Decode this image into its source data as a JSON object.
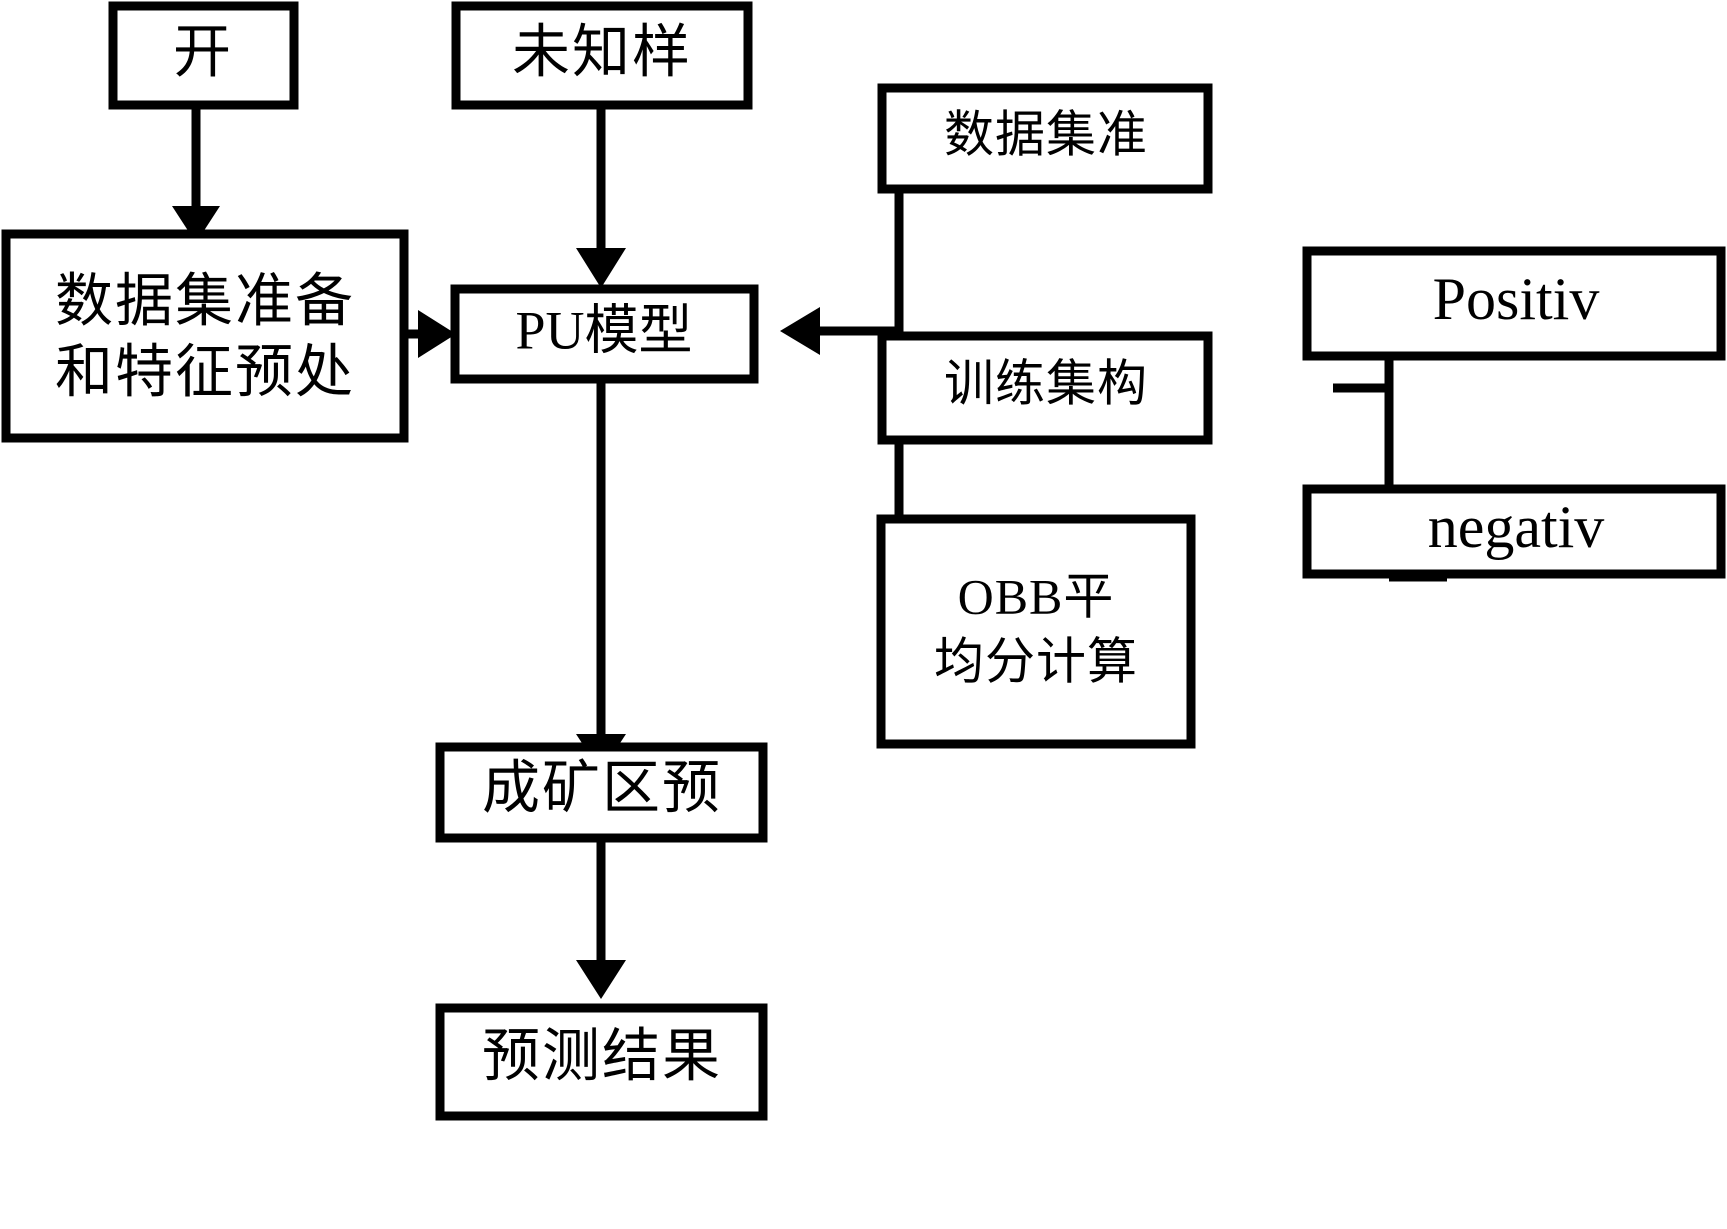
{
  "diagram": {
    "title": "PU model mineral prospectivity prediction flowchart",
    "background_color": "#ffffff",
    "line_color": "#000000",
    "box_fill": "#ffffff",
    "nodes": {
      "start": {
        "label": "开"
      },
      "unknown_samples": {
        "label": "未知样"
      },
      "data_prep": {
        "line1": "数据集准备",
        "line2": "和特征预处"
      },
      "pu_model": {
        "label": "PU模型"
      },
      "dataset_std": {
        "label": "数据集准"
      },
      "trainset_build": {
        "label": "训练集构"
      },
      "obb_score": {
        "line1": "OBB平",
        "line2": "均分计算"
      },
      "positive": {
        "label": "Positiv"
      },
      "negative": {
        "label": "negativ"
      },
      "ore_area_pred": {
        "label": "成矿区预"
      },
      "pred_result": {
        "label": "预测结果"
      }
    },
    "edges": [
      {
        "from": "start",
        "to": "data_prep",
        "kind": "arrow-down"
      },
      {
        "from": "data_prep",
        "to": "pu_model",
        "kind": "arrow-right"
      },
      {
        "from": "unknown_samples",
        "to": "pu_model",
        "kind": "arrow-down"
      },
      {
        "from": "dataset_std",
        "to": "pu_model",
        "kind": "bus-arrow-left"
      },
      {
        "from": "trainset_build",
        "to": "pu_model",
        "kind": "bus-arrow-left"
      },
      {
        "from": "obb_score",
        "to": "pu_model",
        "kind": "bus-arrow-left"
      },
      {
        "from": "positive",
        "to": "trainset_build",
        "kind": "bracket-line"
      },
      {
        "from": "negative",
        "to": "trainset_build",
        "kind": "bracket-line"
      },
      {
        "from": "pu_model",
        "to": "ore_area_pred",
        "kind": "arrow-down"
      },
      {
        "from": "ore_area_pred",
        "to": "pred_result",
        "kind": "arrow-down"
      }
    ]
  }
}
